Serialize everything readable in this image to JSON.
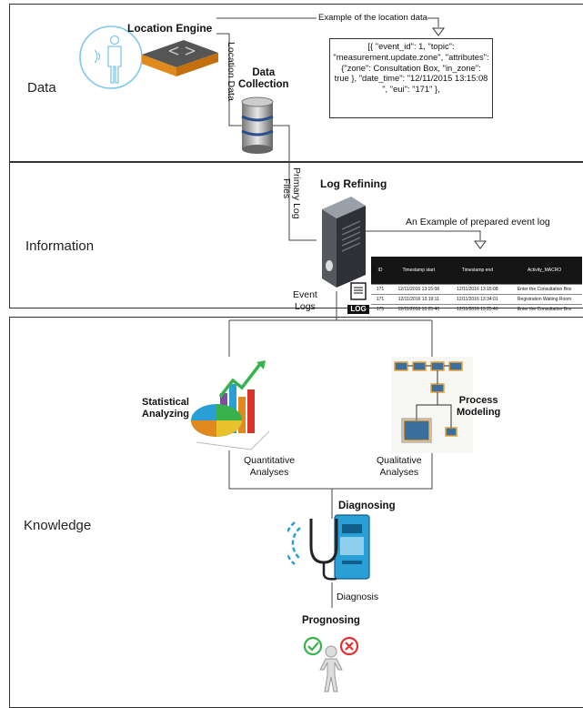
{
  "layers": {
    "data": "Data",
    "information": "Information",
    "knowledge": "Knowledge"
  },
  "nodes": {
    "location_engine": "Location Engine",
    "data_collection_line1": "Data",
    "data_collection_line2": "Collection",
    "log_refining": "Log Refining",
    "statistical_line1": "Statistical",
    "statistical_line2": "Analyzing",
    "process_line1": "Process",
    "process_line2": "Modeling",
    "diagnosing": "Diagnosing",
    "prognosing": "Prognosing"
  },
  "edge_labels": {
    "location_data": "Location Data",
    "primary_log_line1": "Primary Log",
    "primary_log_line2": "Files",
    "event_logs_line1": "Event",
    "event_logs_line2": "Logs",
    "quantitative_line1": "Quantitative",
    "quantitative_line2": "Analyses",
    "qualitative_line1": "Qualitative",
    "qualitative_line2": "Analyses",
    "diagnosis": "Diagnosis"
  },
  "annotations": {
    "location_example": "Example of the location data",
    "location_example_json": "[{ \"event_id\": 1, \"topic\": \"measurement.update.zone\", \"attributes\": {\"zone\": Consultation Box, \"in_zone\": true }, \"date_time\": \"12/11/2015 13:15:08 \", \"eui\": \"171\" },",
    "event_log_example": "An Example of prepared event log",
    "log_icon_text": "LOG"
  },
  "event_log_table": {
    "headers": [
      "ID",
      "Timestamp start",
      "Timestamp end",
      "Activity_MACRO"
    ],
    "rows": [
      [
        "171",
        "12/11/2016 13:15:08",
        "12/11/2016 13:15:08",
        "Enter the Consultation Box"
      ],
      [
        "171",
        "12/11/2016 13:19:11",
        "12/11/2016 13:34:01",
        "Registration Waiting Room"
      ],
      [
        "175",
        "12/11/2016 13:25:40",
        "12/11/2016 13:25:40",
        "Enter the Consultation Box"
      ]
    ]
  },
  "colors": {
    "person_icon": "#7fc8e8",
    "diagnose_blue": "#2a9fd6",
    "router_orange": "#e08a1e",
    "process_blue": "#3d6f9c",
    "check_green": "#37b24d",
    "cross_red": "#e03131"
  }
}
